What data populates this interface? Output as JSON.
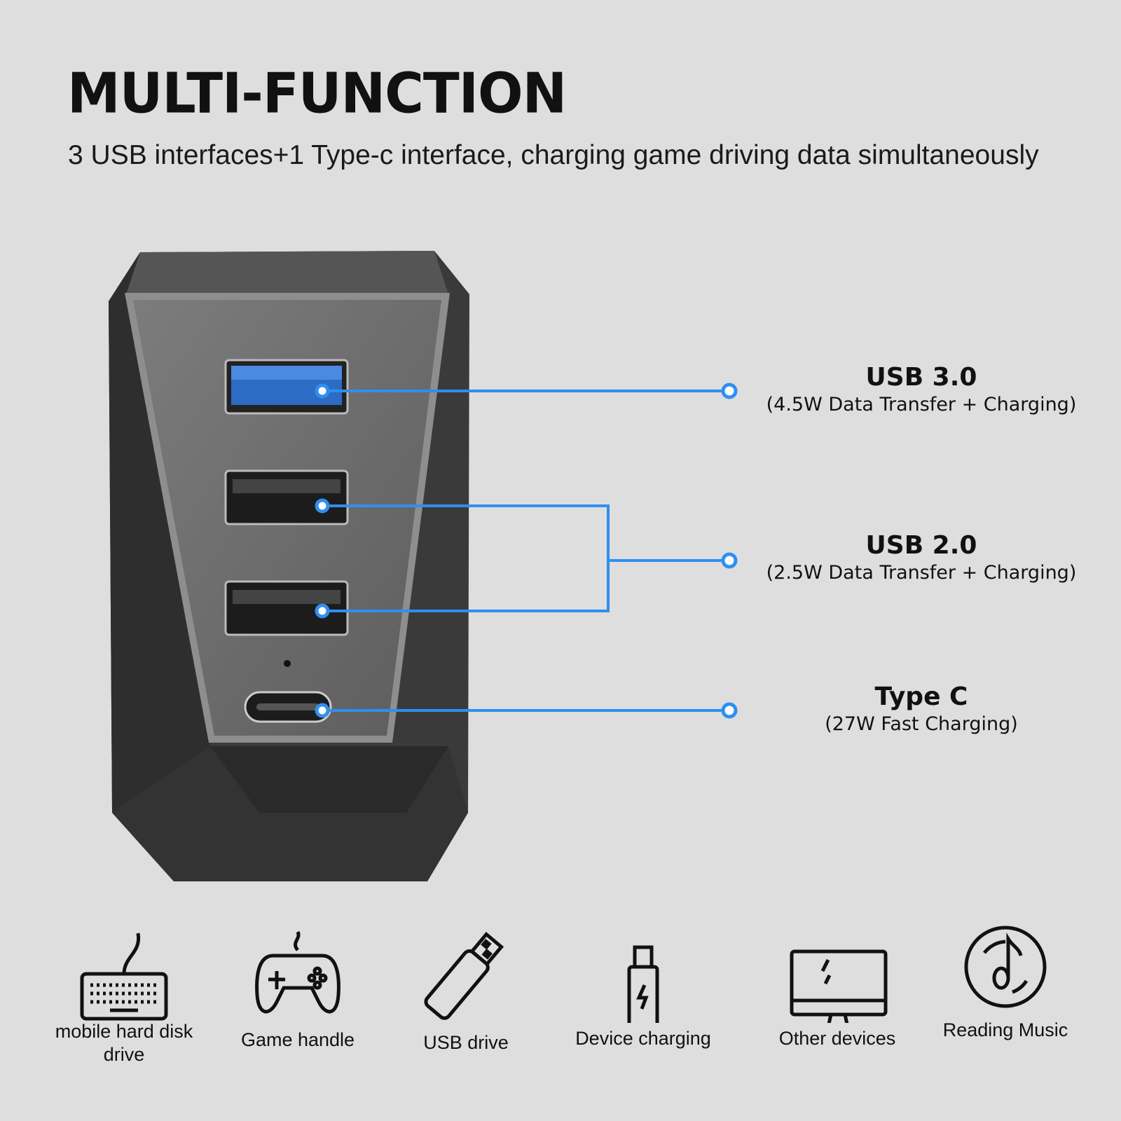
{
  "header": {
    "title": "MULTI-FUNCTION",
    "subtitle": "3 USB interfaces+1 Type-c interface, charging game driving data simultaneously"
  },
  "ports": [
    {
      "name": "USB 3.0",
      "desc": "(4.5W Data Transfer + Charging)"
    },
    {
      "name": "USB 2.0",
      "desc": "(2.5W Data Transfer + Charging)"
    },
    {
      "name": "Type C",
      "desc": "(27W Fast Charging)"
    }
  ],
  "features": [
    {
      "icon": "keyboard-icon",
      "label": "mobile hard disk drive"
    },
    {
      "icon": "gamepad-icon",
      "label": "Game handle"
    },
    {
      "icon": "usb-drive-icon",
      "label": "USB drive"
    },
    {
      "icon": "charging-icon",
      "label": "Device charging"
    },
    {
      "icon": "monitor-icon",
      "label": "Other devices"
    },
    {
      "icon": "music-disc-icon",
      "label": "Reading Music"
    }
  ],
  "colors": {
    "accent": "#2f8ff0",
    "background": "#dedede"
  }
}
